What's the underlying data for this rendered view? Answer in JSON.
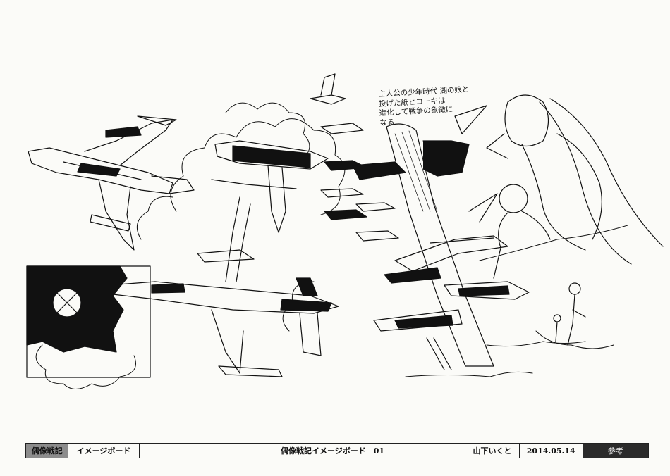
{
  "artwork": {
    "note_text": "主人公の少年時代 湖の娘と\n投げた紙ヒコーキは\n進化して戦争の象徴に\nなる"
  },
  "footer": {
    "project": "偶像戦記",
    "category": "イメージボード",
    "blank1": "",
    "title": "偶像戦記イメージボード　01",
    "artist": "山下いくと",
    "date": "2014.05.14",
    "status": "参考"
  }
}
